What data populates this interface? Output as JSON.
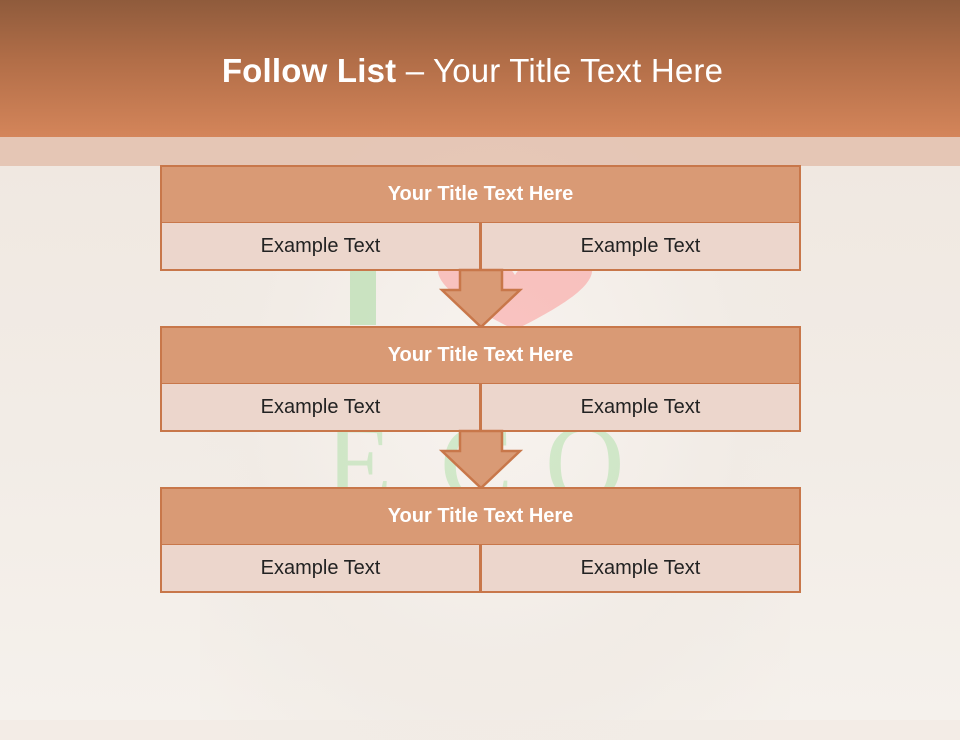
{
  "slide": {
    "title_bold": "Follow List",
    "title_rest": " – Your Title Text Here"
  },
  "colors": {
    "header_top": "#8f5b3c",
    "header_bottom": "#d4855a",
    "block_title_fill": "#d99a75",
    "block_border": "#c8774a",
    "cell_fill": "#ecd6cc"
  },
  "blocks": [
    {
      "title": "Your Title Text Here",
      "left": "Example Text",
      "right": "Example Text"
    },
    {
      "title": "Your Title Text Here",
      "left": "Example Text",
      "right": "Example Text"
    },
    {
      "title": "Your Title Text Here",
      "left": "Example Text",
      "right": "Example Text"
    }
  ]
}
